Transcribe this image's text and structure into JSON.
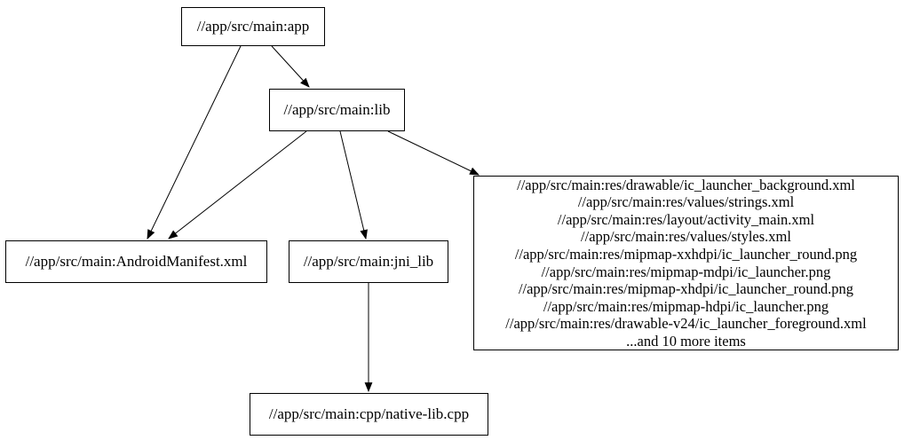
{
  "diagram": {
    "colors": {
      "background": "#ffffff",
      "node_border": "#000000",
      "edge": "#000000",
      "text": "#000000"
    },
    "nodes": {
      "app": {
        "label": "//app/src/main:app"
      },
      "lib": {
        "label": "//app/src/main:lib"
      },
      "android_manifest": {
        "label": "//app/src/main:AndroidManifest.xml"
      },
      "jni_lib": {
        "label": "//app/src/main:jni_lib"
      },
      "res_group": {
        "lines": [
          "//app/src/main:res/drawable/ic_launcher_background.xml",
          "//app/src/main:res/values/strings.xml",
          "//app/src/main:res/layout/activity_main.xml",
          "//app/src/main:res/values/styles.xml",
          "//app/src/main:res/mipmap-xxhdpi/ic_launcher_round.png",
          "//app/src/main:res/mipmap-mdpi/ic_launcher.png",
          "//app/src/main:res/mipmap-xhdpi/ic_launcher_round.png",
          "//app/src/main:res/mipmap-hdpi/ic_launcher.png",
          "//app/src/main:res/drawable-v24/ic_launcher_foreground.xml",
          "...and 10 more items"
        ]
      },
      "native_lib": {
        "label": "//app/src/main:cpp/native-lib.cpp"
      }
    },
    "edges": [
      {
        "from": "app",
        "to": "lib"
      },
      {
        "from": "app",
        "to": "android_manifest"
      },
      {
        "from": "lib",
        "to": "android_manifest"
      },
      {
        "from": "lib",
        "to": "jni_lib"
      },
      {
        "from": "lib",
        "to": "res_group"
      },
      {
        "from": "jni_lib",
        "to": "native_lib"
      }
    ]
  }
}
